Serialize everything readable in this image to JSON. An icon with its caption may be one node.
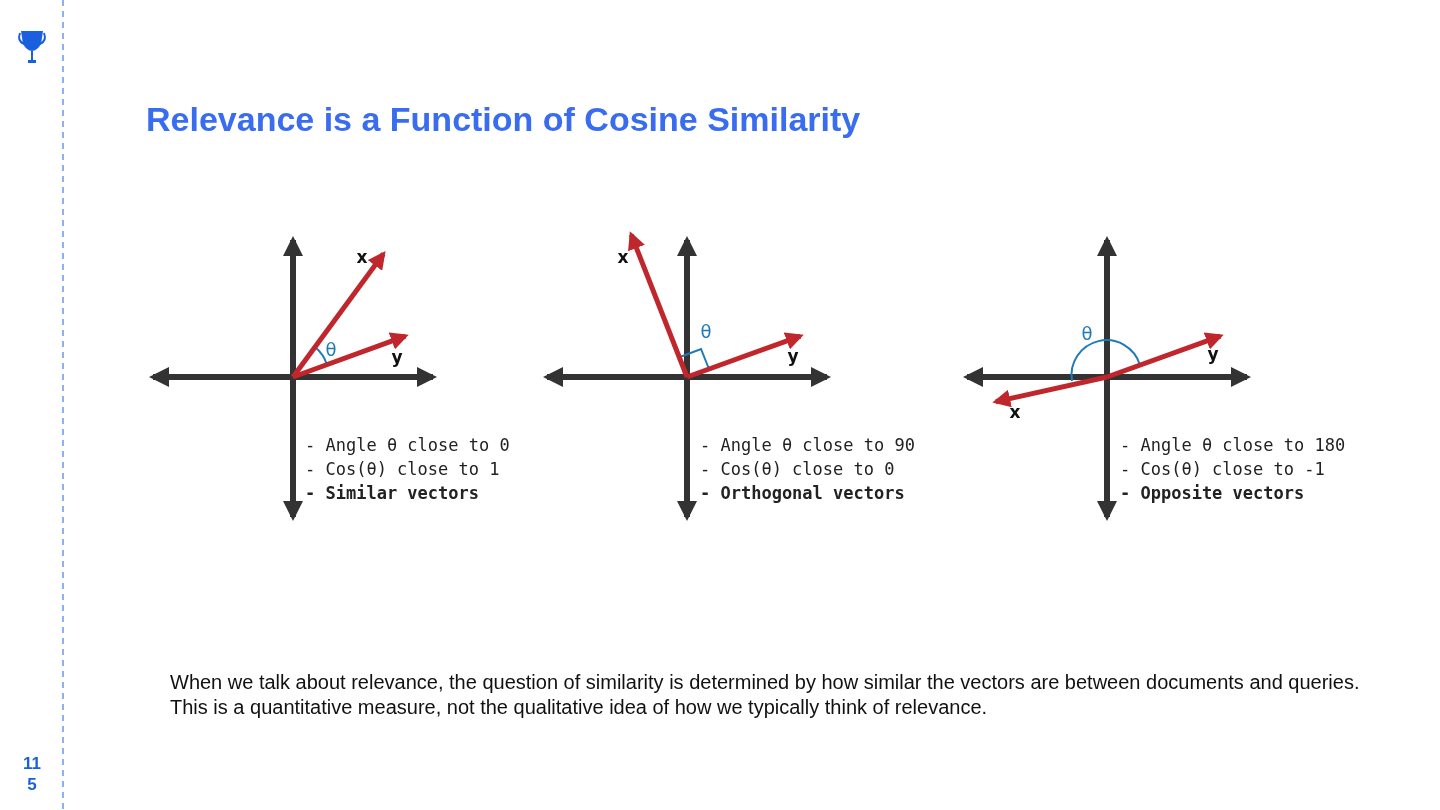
{
  "diagram": {
    "title": "Relevance is a Function of Cosine Similarity",
    "caption": "When we talk about relevance, the question of similarity is determined by how similar the vectors are between documents and queries. This is a quantitative measure, not the qualitative idea of how we typically think of relevance.",
    "labels": [
      "x",
      "θ",
      "y",
      "- Angle θ close to 0",
      "- Cos(θ) close to 1",
      "- Similar vectors",
      "x",
      "θ",
      "y",
      "- Angle θ close to 90",
      "- Cos(θ) close to 0",
      "- Orthogonal vectors",
      "x",
      "θ",
      "y",
      "- Angle θ close to 180",
      "- Cos(θ) close to -1",
      "- Opposite vectors",
      "115"
    ]
  }
}
